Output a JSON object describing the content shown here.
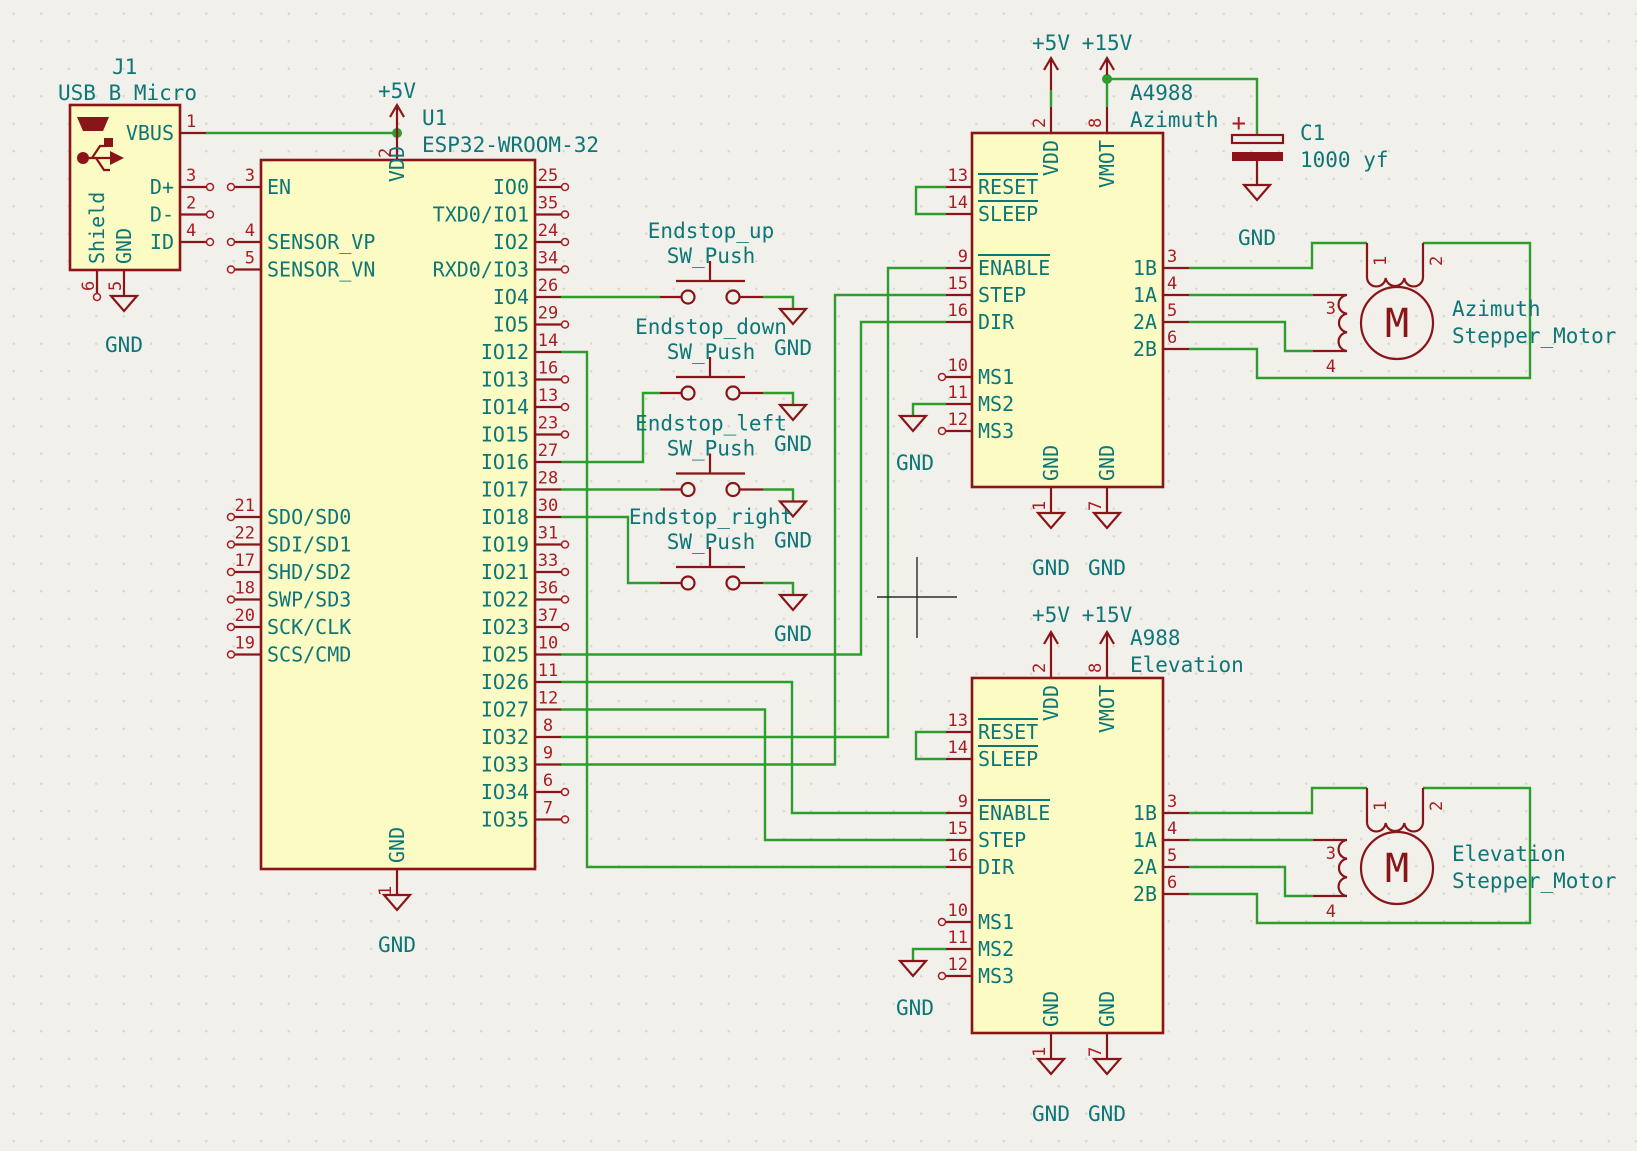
{
  "usb": {
    "reference": "J1",
    "value": "USB_B_Micro",
    "gnd_label": "GND",
    "pins": {
      "vbus": {
        "num": "1",
        "name": "VBUS"
      },
      "dplus": {
        "num": "3",
        "name": "D+"
      },
      "dminus": {
        "num": "2",
        "name": "D-"
      },
      "id": {
        "num": "4",
        "name": "ID"
      },
      "shield": {
        "num": "6",
        "name": "Shield"
      },
      "gnd": {
        "num": "5",
        "name": "GND"
      }
    }
  },
  "esp32": {
    "reference": "U1",
    "value": "ESP32-WROOM-32",
    "power_label": "+5V",
    "gnd_label": "GND",
    "vdd": {
      "num": "2",
      "name": "VDD"
    },
    "gnd": {
      "num": "1",
      "name": "GND"
    },
    "left_pins": [
      {
        "num": "3",
        "name": "EN"
      },
      {
        "num": "4",
        "name": "SENSOR_VP"
      },
      {
        "num": "5",
        "name": "SENSOR_VN"
      },
      {
        "num": "21",
        "name": "SDO/SD0"
      },
      {
        "num": "22",
        "name": "SDI/SD1"
      },
      {
        "num": "17",
        "name": "SHD/SD2"
      },
      {
        "num": "18",
        "name": "SWP/SD3"
      },
      {
        "num": "20",
        "name": "SCK/CLK"
      },
      {
        "num": "19",
        "name": "SCS/CMD"
      }
    ],
    "right_pins": [
      {
        "num": "25",
        "name": "IO0"
      },
      {
        "num": "35",
        "name": "TXD0/IO1"
      },
      {
        "num": "24",
        "name": "IO2"
      },
      {
        "num": "34",
        "name": "RXD0/IO3"
      },
      {
        "num": "26",
        "name": "IO4"
      },
      {
        "num": "29",
        "name": "IO5"
      },
      {
        "num": "14",
        "name": "IO12"
      },
      {
        "num": "16",
        "name": "IO13"
      },
      {
        "num": "13",
        "name": "IO14"
      },
      {
        "num": "23",
        "name": "IO15"
      },
      {
        "num": "27",
        "name": "IO16"
      },
      {
        "num": "28",
        "name": "IO17"
      },
      {
        "num": "30",
        "name": "IO18"
      },
      {
        "num": "31",
        "name": "IO19"
      },
      {
        "num": "33",
        "name": "IO21"
      },
      {
        "num": "36",
        "name": "IO22"
      },
      {
        "num": "37",
        "name": "IO23"
      },
      {
        "num": "10",
        "name": "IO25"
      },
      {
        "num": "11",
        "name": "IO26"
      },
      {
        "num": "12",
        "name": "IO27"
      },
      {
        "num": "8",
        "name": "IO32"
      },
      {
        "num": "9",
        "name": "IO33"
      },
      {
        "num": "6",
        "name": "IO34"
      },
      {
        "num": "7",
        "name": "IO35"
      }
    ]
  },
  "endstops": [
    {
      "name": "Endstop_up",
      "value": "SW_Push",
      "gnd_label": "GND"
    },
    {
      "name": "Endstop_down",
      "value": "SW_Push",
      "gnd_label": "GND"
    },
    {
      "name": "Endstop_left",
      "value": "SW_Push",
      "gnd_label": "GND"
    },
    {
      "name": "Endstop_right",
      "value": "SW_Push",
      "gnd_label": "GND"
    }
  ],
  "azimuth": {
    "value": "A4988",
    "label": "Azimuth",
    "power_5v": "+5V",
    "power_15v": "+15V",
    "ms_gnd_label": "GND",
    "gnd_label_1": "GND",
    "gnd_label_7": "GND",
    "pins": {
      "vdd": {
        "num": "2",
        "name": "VDD"
      },
      "vmot": {
        "num": "8",
        "name": "VMOT"
      },
      "reset": {
        "num": "13",
        "name": "RESET"
      },
      "sleep": {
        "num": "14",
        "name": "SLEEP"
      },
      "enable": {
        "num": "9",
        "name": "ENABLE"
      },
      "step": {
        "num": "15",
        "name": "STEP"
      },
      "dir": {
        "num": "16",
        "name": "DIR"
      },
      "ms1": {
        "num": "10",
        "name": "MS1"
      },
      "ms2": {
        "num": "11",
        "name": "MS2"
      },
      "ms3": {
        "num": "12",
        "name": "MS3"
      },
      "b1": {
        "num": "3",
        "name": "1B"
      },
      "a1": {
        "num": "4",
        "name": "1A"
      },
      "a2": {
        "num": "5",
        "name": "2A"
      },
      "b2": {
        "num": "6",
        "name": "2B"
      },
      "gnd1": {
        "num": "1",
        "name": "GND"
      },
      "gnd7": {
        "num": "7",
        "name": "GND"
      }
    }
  },
  "elevation": {
    "value": "A988",
    "label": "Elevation",
    "power_5v": "+5V",
    "power_15v": "+15V",
    "ms_gnd_label": "GND",
    "gnd_label_1": "GND",
    "gnd_label_7": "GND",
    "pins": {
      "vdd": {
        "num": "2",
        "name": "VDD"
      },
      "vmot": {
        "num": "8",
        "name": "VMOT"
      },
      "reset": {
        "num": "13",
        "name": "RESET"
      },
      "sleep": {
        "num": "14",
        "name": "SLEEP"
      },
      "enable": {
        "num": "9",
        "name": "ENABLE"
      },
      "step": {
        "num": "15",
        "name": "STEP"
      },
      "dir": {
        "num": "16",
        "name": "DIR"
      },
      "ms1": {
        "num": "10",
        "name": "MS1"
      },
      "ms2": {
        "num": "11",
        "name": "MS2"
      },
      "ms3": {
        "num": "12",
        "name": "MS3"
      },
      "b1": {
        "num": "3",
        "name": "1B"
      },
      "a1": {
        "num": "4",
        "name": "1A"
      },
      "a2": {
        "num": "5",
        "name": "2A"
      },
      "b2": {
        "num": "6",
        "name": "2B"
      },
      "gnd1": {
        "num": "1",
        "name": "GND"
      },
      "gnd7": {
        "num": "7",
        "name": "GND"
      }
    }
  },
  "capacitor": {
    "reference": "C1",
    "value": "1000 yf",
    "plus_sign": "+",
    "gnd_label": "GND"
  },
  "azimuth_motor": {
    "line1": "Azimuth",
    "line2": "Stepper_Motor",
    "motor_letter": "M",
    "pin1": "1",
    "pin2": "2",
    "pin3": "3",
    "pin4": "4"
  },
  "elevation_motor": {
    "line1": "Elevation",
    "line2": "Stepper_Motor",
    "motor_letter": "M",
    "pin1": "1",
    "pin2": "2",
    "pin3": "3",
    "pin4": "4"
  },
  "colors": {
    "wire_green": "#2D9D2D",
    "symbol_maroon": "#8A1518",
    "pin_number_red": "#A81D22",
    "label_teal": "#0E7677",
    "body_yellow": "#FBFBC3",
    "background": "#F1F0EA"
  }
}
